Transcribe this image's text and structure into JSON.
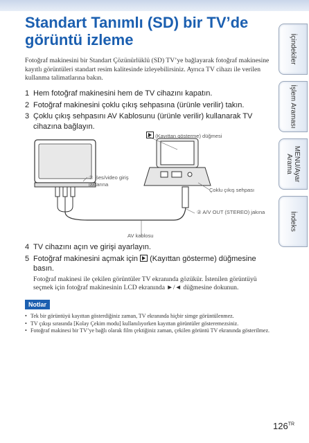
{
  "title": "Standart Tanımlı (SD) bir TV’de görüntü izleme",
  "intro": "Fotoğraf makinesini bir Standart Çözünürlüklü (SD) TV’ye bağlayarak fotoğraf makinesine kayıtlı görüntüleri standart resim kalitesinde izleyebilirsiniz. Ayrıca TV cihazı ile verilen kullanma talimatlarına bakın.",
  "steps": [
    {
      "num": "1",
      "text": "Hem fotoğraf makinesini hem de TV cihazını kapatın."
    },
    {
      "num": "2",
      "text": "Fotoğraf makinesini çoklu çıkış sehpasına (ürünle verilir) takın."
    },
    {
      "num": "3",
      "text": "Çoklu çıkış sehpasını AV Kablosunu (ürünle verilir) kullanarak TV cihazına bağlayın."
    }
  ],
  "diagram": {
    "label_playback": "(Kayıttan gösterme) düğmesi",
    "label_jacks_num": "①",
    "label_jacks": "Ses/video giriş jaklarına",
    "label_stand": "Çoklu çıkış sehpası",
    "label_avout_num": "②",
    "label_avout": "A/V OUT (STEREO) jakına",
    "label_cable": "AV kablosu"
  },
  "steps2": [
    {
      "num": "4",
      "text": "TV cihazını açın ve girişi ayarlayın."
    },
    {
      "num": "5",
      "text_a": "Fotoğraf makinesini açmak için",
      "text_b": "(Kayıttan gösterme) düğmesine basın.",
      "sub": "Fotoğraf makinesi ile çekilen görüntüler TV ekranında gözükür. İstenilen görüntüyü seçmek için fotoğraf makinesinin LCD ekranında ►/◄ düğmesine dokunun."
    }
  ],
  "notes_title": "Notlar",
  "notes": [
    "Tek bir görüntüyü kayıttan gösterdiğiniz zaman, TV ekranında hiçbir simge görüntülenmez.",
    "TV çıkışı sırasında [Kolay Çekim modu] kullanılıyorken kayıttan görüntüler gösteremezsiniz.",
    "Fotoğraf makinesi bir TV’ye bağlı olarak film çektiğiniz zaman, çekilen görüntü TV ekranında gösterilmez."
  ],
  "tabs": [
    "İçindekiler",
    "İşlem Araması",
    "MENU/Ayar Arama",
    "İndeks"
  ],
  "page_number": "126",
  "page_suffix": "TR"
}
